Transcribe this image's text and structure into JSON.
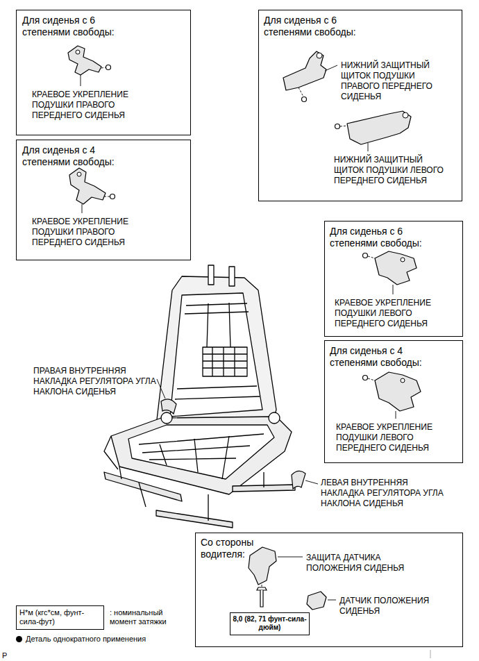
{
  "diagram": {
    "nodes": [
      {
        "text": [
          "Для сиденья с 6 степенями свободы:",
          "КРАЕВОЕ УКРЕПЛЕНИЕ ПОДУШКИ ПРАВОГО ПЕРЕДНЕГО СИДЕНЬЯ"
        ]
      },
      {
        "text": [
          "Для сиденья с 6 степенями свободы:",
          "НИЖНИЙ ЗАЩИТНЫЙ ЩИТОК ПОДУШКИ ПРАВОГО ПЕРЕДНЕГО СИДЕНЬЯ",
          "НИЖНИЙ ЗАЩИТНЫЙ ЩИТОК ПОДУШКИ ЛЕВОГО ПЕРЕДНЕГО СИДЕНЬЯ"
        ]
      },
      {
        "text": [
          "Для сиденья с 4 степенями свободы:",
          "КРАЕВОЕ УКРЕПЛЕНИЕ ПОДУШКИ ПРАВОГО ПЕРЕДНЕГО СИДЕНЬЯ"
        ]
      },
      {
        "text": [
          "Для сиденья с 6 степенями свободы:",
          "КРАЕВОЕ УКРЕПЛЕНИЕ ПОДУШКИ ЛЕВОГО ПЕРЕДНЕГО СИДЕНЬЯ"
        ]
      },
      {
        "text": [
          "Для сиденья с 4 степенями свободы:",
          "КРАЕВОЕ УКРЕПЛЕНИЕ ПОДУШКИ ЛЕВОГО ПЕРЕДНЕГО СИДЕНЬЯ"
        ]
      },
      {
        "text": [
          "Со стороны водителя:",
          "ЗАЩИТА ДАТЧИКА ПОЛОЖЕНИЯ СИДЕНЬЯ",
          "ДАТЧИК ПОЛОЖЕНИЯ СИДЕНЬЯ"
        ]
      },
      {
        "text": [
          "8,0 (82, 71 фунт-сила-дюйм)"
        ],
        "in": 5
      },
      {
        "text": [
          "Н*м (кгс*см, фунт-сила-фут)",
          ": номинальный момент затяжки"
        ]
      }
    ],
    "labels": [
      "ПРАВАЯ ВНУТРЕННЯЯ НАКЛАДКА РЕГУЛЯТОРА УГЛА НАКЛОНА СИДЕНЬЯ",
      "ЛЕВАЯ ВНУТРЕННЯЯ НАКЛАДКА РЕГУЛЯТОРА УГЛА НАКЛОНА СИДЕНЬЯ",
      "P"
    ],
    "legend": [
      {
        "text": "Деталь однократного применения"
      }
    ]
  }
}
